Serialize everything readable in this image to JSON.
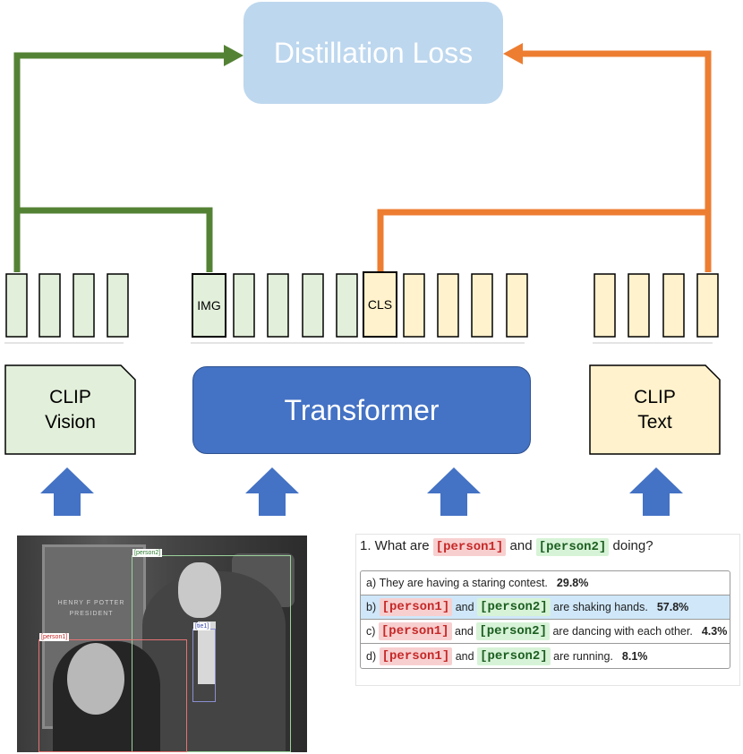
{
  "colors": {
    "green_arrow": "#548235",
    "orange_arrow": "#ed7d31",
    "blue_arrow": "#4472c4",
    "vision_token_fill": "#e2efda",
    "text_token_fill": "#fff2cc",
    "loss_box_fill": "#bdd7ee",
    "transformer_fill": "#4472c4"
  },
  "loss_box": {
    "label": "Distillation Loss"
  },
  "transformer": {
    "label": "Transformer"
  },
  "clip_vision": {
    "line1": "CLIP",
    "line2": "Vision"
  },
  "clip_text": {
    "line1": "CLIP",
    "line2": "Text"
  },
  "tokens": {
    "img_label": "IMG",
    "cls_label": "CLS"
  },
  "photo": {
    "door_text": "HENRY F POTTER\nPRESIDENT",
    "labels": {
      "person1": "[person1]",
      "person2": "[person2]",
      "tie1": "[tie1]"
    }
  },
  "question": {
    "prefix": "1. What are",
    "tag1": "[person1]",
    "middle": "and",
    "tag2": "[person2]",
    "suffix": "doing?"
  },
  "answers": [
    {
      "letter": "a)",
      "pre": "They are having a staring contest.",
      "tag1": "",
      "mid": "",
      "tag2": "",
      "post": "",
      "pct": "29.8%",
      "selected": false
    },
    {
      "letter": "b)",
      "pre": "",
      "tag1": "[person1]",
      "mid": "and",
      "tag2": "[person2]",
      "post": "are shaking hands.",
      "pct": "57.8%",
      "selected": true
    },
    {
      "letter": "c)",
      "pre": "",
      "tag1": "[person1]",
      "mid": "and",
      "tag2": "[person2]",
      "post": "are dancing with each other.",
      "pct": "4.3%",
      "selected": false
    },
    {
      "letter": "d)",
      "pre": "",
      "tag1": "[person1]",
      "mid": "and",
      "tag2": "[person2]",
      "post": "are running.",
      "pct": "8.1%",
      "selected": false
    }
  ]
}
